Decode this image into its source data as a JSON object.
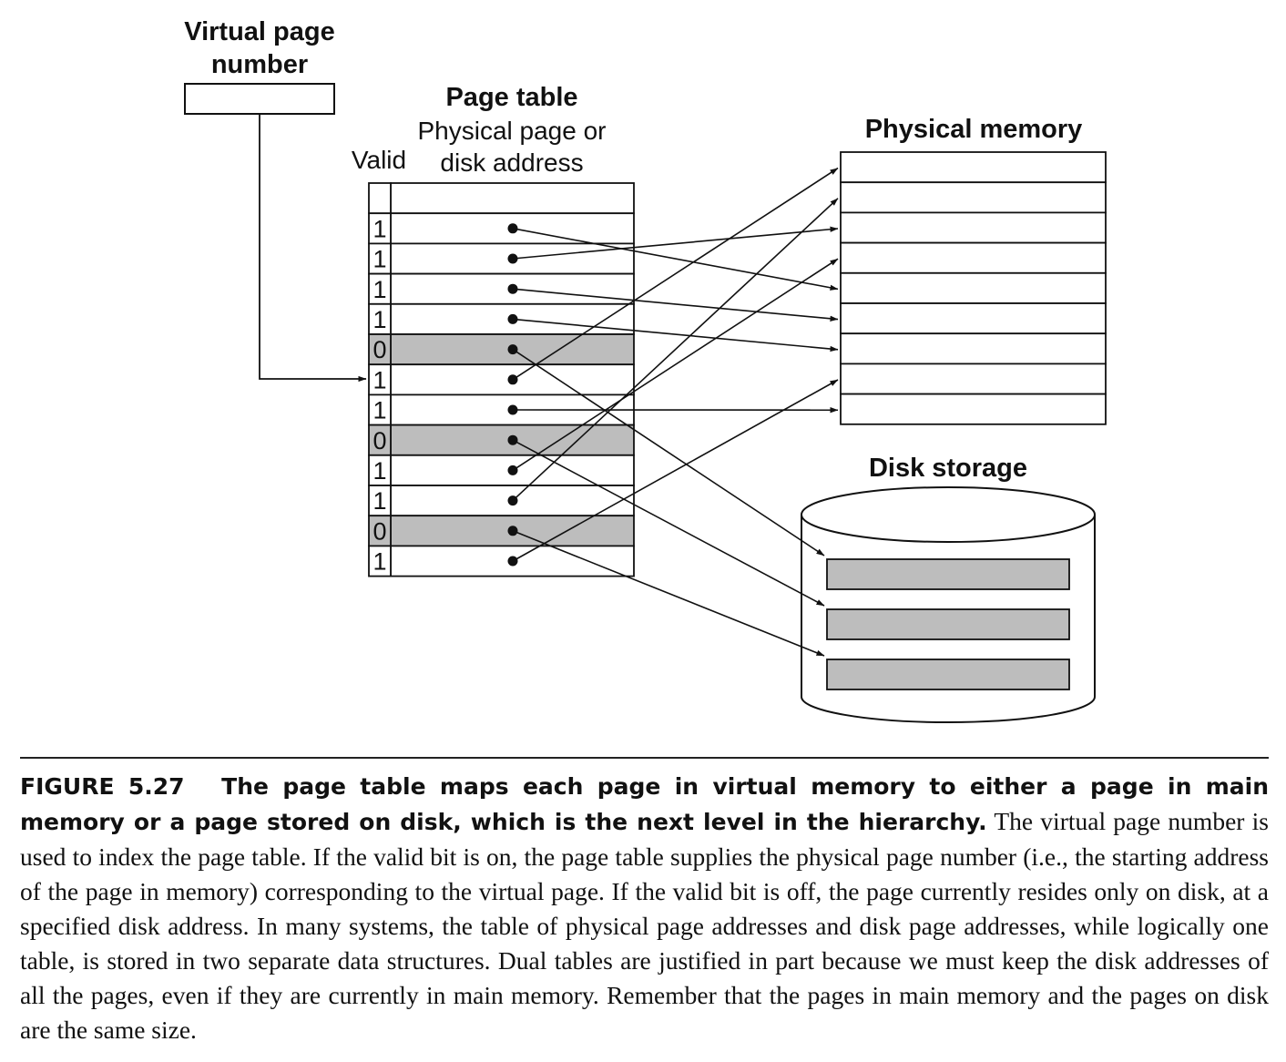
{
  "labels": {
    "virtual_page_number": [
      "Virtual page",
      "number"
    ],
    "page_table": "Page table",
    "physical_page_or_disk": [
      "Physical page or",
      "disk address"
    ],
    "valid": "Valid",
    "physical_memory": "Physical memory",
    "disk_storage": "Disk storage"
  },
  "page_table": {
    "valid_bits": [
      "1",
      "1",
      "1",
      "1",
      "0",
      "1",
      "1",
      "0",
      "1",
      "1",
      "0",
      "1"
    ],
    "indexed_row": 5
  },
  "mappings": [
    {
      "row": 0,
      "to": "memory",
      "slot": 4
    },
    {
      "row": 1,
      "to": "memory",
      "slot": 2
    },
    {
      "row": 2,
      "to": "memory",
      "slot": 5
    },
    {
      "row": 3,
      "to": "memory",
      "slot": 6
    },
    {
      "row": 4,
      "to": "disk",
      "slot": 0
    },
    {
      "row": 5,
      "to": "memory",
      "slot": 0
    },
    {
      "row": 6,
      "to": "memory",
      "slot": 8
    },
    {
      "row": 7,
      "to": "disk",
      "slot": 1
    },
    {
      "row": 8,
      "to": "memory",
      "slot": 3
    },
    {
      "row": 9,
      "to": "memory",
      "slot": 1
    },
    {
      "row": 10,
      "to": "disk",
      "slot": 2
    },
    {
      "row": 11,
      "to": "memory",
      "slot": 7
    }
  ],
  "physical_memory_slots": 9,
  "disk_slots": 3,
  "colors": {
    "invalid_row": "#bdbdbd",
    "disk_block": "#bdbdbd",
    "line": "#111111"
  },
  "caption": {
    "figure_number": "FIGURE 5.27",
    "title": "The page table maps each page in virtual memory to either a page in main memory or a page stored on disk, which is the next level in the hierarchy.",
    "body": "The virtual page number is used to index the page table. If the valid bit is on, the page table supplies the physical page number (i.e., the starting address of the page in memory) corresponding to the virtual page. If the valid bit is off, the page currently resides only on disk, at a specified disk address. In many systems, the table of physical page addresses and disk page addresses, while logically one table, is stored in two separate data structures. Dual tables are justified in part because we must keep the disk addresses of all the pages, even if they are currently in main memory. Remember that the pages in main memory and the pages on disk are the same size."
  }
}
